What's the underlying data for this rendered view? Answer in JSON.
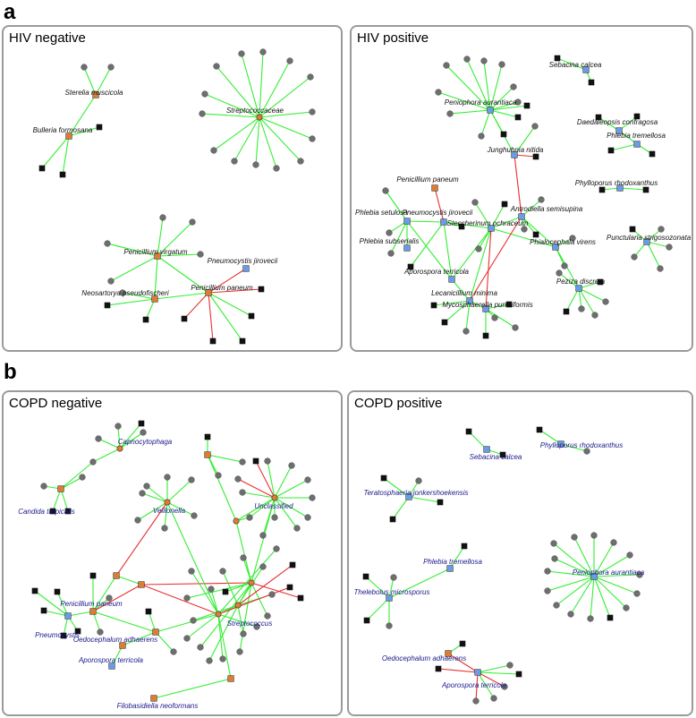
{
  "figure": {
    "label_a": "a",
    "label_b": "b"
  },
  "colors": {
    "edge_positive": "#33ee33",
    "edge_negative": "#e83030",
    "node_leaf_circle": "#6e6e6e",
    "node_leaf_square": "#111111",
    "node_hub_orange": "#e07b30",
    "node_hub_blue": "#6a9be8",
    "label_a_text": "#111111",
    "label_b_text": "#1a1a8a"
  },
  "panels": {
    "hiv_negative": {
      "title": "HIV negative",
      "labels": [
        "Sterelia muscicola",
        "Bulleria formosana",
        "Streptococcaceae",
        "Penicillium virgatum",
        "Pneumocystis jirovecii",
        "Penicillium paneum",
        "Neosartorya pseudofischeri"
      ]
    },
    "hiv_positive": {
      "title": "HIV positive",
      "labels": [
        "Sebacina calcea",
        "Peniophora aurantiaca",
        "Daedaleopsis confragosa",
        "Phlebia tremellosa",
        "Junghuhnia nitida",
        "Penicillium paneum",
        "Phylloporus rhodoxanthus",
        "Antrodiella semisupina",
        "Phlebia setulosa",
        "Pneumocystis jirovecii",
        "Steccherinum ochraceum",
        "Phlebia subserialis",
        "Phialocephala virens",
        "Punctularia strigosozonata",
        "Aporospora terricola",
        "Peziza discreta",
        "Lecanicillium minima",
        "Mycosphaerella punctiformis"
      ]
    },
    "copd_negative": {
      "title": "COPD negative",
      "labels": [
        "Capnocytophaga",
        "Candida tropicalis",
        "Veillonella",
        "Unclassified",
        "Penicillium paneum",
        "Pneumocystis",
        "Streptococcus",
        "Oedocephalum adhaerens",
        "Aporospora terricola",
        "Filobasidiella neoformans"
      ]
    },
    "copd_positive": {
      "title": "COPD positive",
      "labels": [
        "Sebacina calcea",
        "Phylloporus rhodoxanthus",
        "Teratosphaeria jonkershoekensis",
        "Phlebia tremellosa",
        "Peniophora aurantiaca",
        "Thelebolus microsporus",
        "Oedocephalum adhaerens",
        "Aporospora terricola"
      ]
    }
  }
}
